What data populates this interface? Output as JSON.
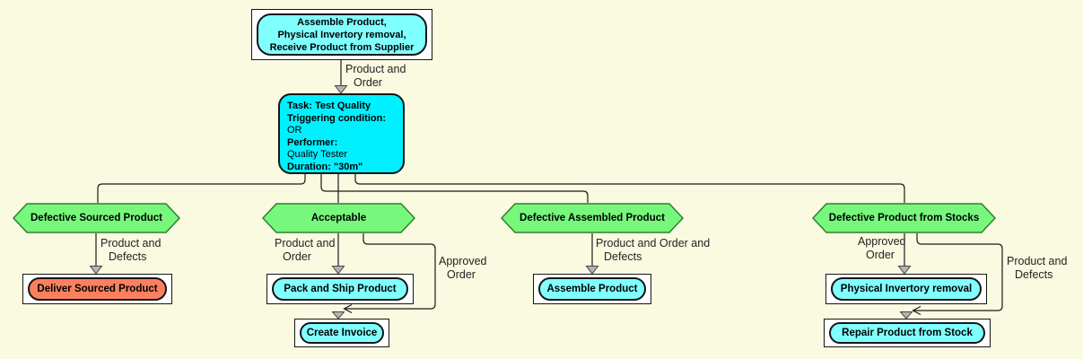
{
  "colors": {
    "background": "#FAFAE1",
    "task_fill": "#00F0FF",
    "pill_cyan": "#80FFFF",
    "pill_red": "#FB8060",
    "hexagon_fill": "#77F87C",
    "hexagon_border": "#2F7D2F",
    "line": "#1A1A1A",
    "arrowhead_fill": "#B5B5B5"
  },
  "source_box": {
    "line1": "Assemble Product,",
    "line2": "Physical Invertory removal,",
    "line3": "Receive Product from Supplier"
  },
  "task_box": {
    "l1": "Task: Test Quality",
    "l2": "Triggering condition:",
    "l3": "OR",
    "l4": "Performer:",
    "l5": "Quality Tester",
    "l6": "Duration: \"30m\""
  },
  "hexagons": {
    "h1": "Defective Sourced Product",
    "h2": "Acceptable",
    "h3": "Defective Assembled Product",
    "h4": "Defective Product from Stocks"
  },
  "tasks": {
    "deliver": "Deliver Sourced Product",
    "pack": "Pack and Ship Product",
    "invoice": "Create Invoice",
    "assemble": "Assemble Product",
    "inventory": "Physical Invertory removal",
    "repair": "Repair Product from Stock"
  },
  "edge_labels": {
    "to_task": [
      "Product and",
      "Order"
    ],
    "defective_sourced": [
      "Product and",
      "Defects"
    ],
    "acceptable_main": [
      "Product and",
      "Order"
    ],
    "acceptable_alt": [
      "Approved",
      "Order"
    ],
    "defective_assembled": [
      "Product and Order and",
      "Defects"
    ],
    "stocks_main": [
      "Approved",
      "Order"
    ],
    "stocks_alt": [
      "Product and",
      "Defects"
    ]
  }
}
